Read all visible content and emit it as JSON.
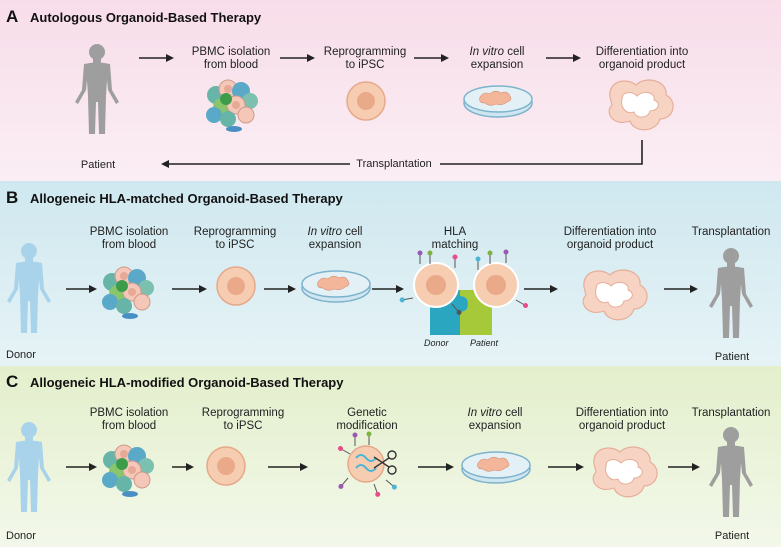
{
  "panel_a": {
    "letter": "A",
    "title": "Autologous Organoid-Based Therapy",
    "steps": {
      "s1": "PBMC isolation\nfrom blood",
      "s2": "Reprogramming\nto iPSC",
      "s3_em": "In vitro",
      "s3_rest": " cell\nexpansion",
      "s4": "Differentiation into\norganoid product"
    },
    "patient_label": "Patient",
    "transplant_label": "Transplantation"
  },
  "panel_b": {
    "letter": "B",
    "title": "Allogeneic HLA-matched Organoid-Based Therapy",
    "steps": {
      "s1": "PBMC isolation\nfrom blood",
      "s2": "Reprogramming\nto iPSC",
      "s3_em": "In vitro",
      "s3_rest": " cell\nexpansion",
      "s4": "HLA\nmatching",
      "s5": "Differentiation into\norganoid product",
      "s6": "Transplantation"
    },
    "donor_label": "Donor",
    "patient_label": "Patient",
    "puzzle_donor": "Donor",
    "puzzle_patient": "Patient"
  },
  "panel_c": {
    "letter": "C",
    "title": "Allogeneic HLA-modified Organoid-Based Therapy",
    "steps": {
      "s1": "PBMC isolation\nfrom blood",
      "s2": "Reprogramming\nto iPSC",
      "s3": "Genetic\nmodification",
      "s4_em": "In vitro",
      "s4_rest": " cell\nexpansion",
      "s5": "Differentiation into\norganoid product",
      "s6": "Transplantation"
    },
    "donor_label": "Donor",
    "patient_label": "Patient"
  },
  "colors": {
    "panel_a_bg": "#f7dde9",
    "panel_b_bg": "#cfe8ef",
    "panel_c_bg": "#e3efcc",
    "donor_figure": "#a9d3ea",
    "patient_figure": "#9e9e9e",
    "ipsc_cell": "#f6c9ad",
    "organoid": "#f3c6b5"
  }
}
